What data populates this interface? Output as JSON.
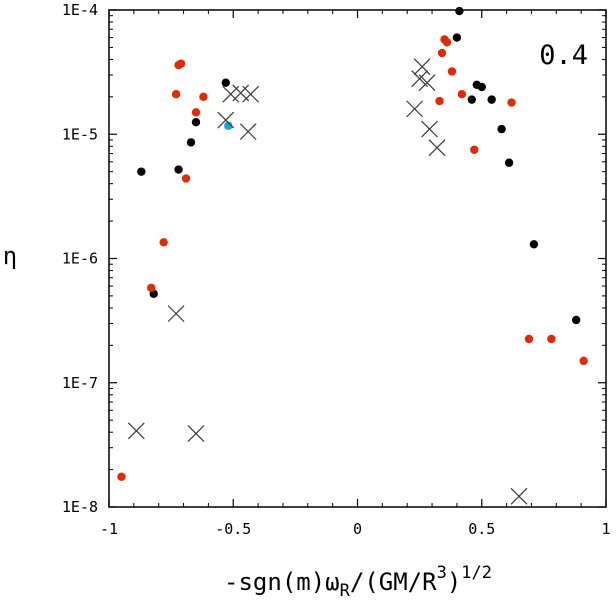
{
  "chart_data": {
    "type": "scatter",
    "title": "",
    "annotation": "0.4",
    "ylabel": "η",
    "xlabel": {
      "parts": [
        {
          "text": "-sgn(m)ω",
          "shift": "none"
        },
        {
          "text": "R",
          "shift": "sub"
        },
        {
          "text": "/(GM/R",
          "shift": "none"
        },
        {
          "text": "3",
          "shift": "super"
        },
        {
          "text": ")",
          "shift": "none"
        },
        {
          "text": "1/2",
          "shift": "super"
        }
      ]
    },
    "xlim": [
      -1,
      1
    ],
    "ylim": [
      1e-08,
      0.0001
    ],
    "yscale": "log",
    "grid": false,
    "x_ticks": [
      -1,
      -0.5,
      0,
      0.5,
      1
    ],
    "x_tick_labels": [
      "-1",
      "-0.5",
      "0",
      "0.5",
      "1"
    ],
    "y_ticks": [
      1e-08,
      1e-07,
      1e-06,
      1e-05,
      0.0001
    ],
    "y_tick_labels": [
      "1E-8",
      "1E-7",
      "1E-6",
      "1E-5",
      "1E-4"
    ],
    "series": [
      {
        "marker": "dot",
        "color": "#000000",
        "points": [
          [
            -0.53,
            2.6e-05
          ],
          [
            -0.65,
            1.25e-05
          ],
          [
            -0.67,
            8.6e-06
          ],
          [
            -0.87,
            5e-06
          ],
          [
            -0.72,
            5.2e-06
          ],
          [
            -0.82,
            5.2e-07
          ],
          [
            0.41,
            9.8e-05
          ],
          [
            0.4,
            6e-05
          ],
          [
            0.48,
            2.5e-05
          ],
          [
            0.5,
            2.4e-05
          ],
          [
            0.46,
            1.9e-05
          ],
          [
            0.54,
            1.9e-05
          ],
          [
            0.58,
            1.1e-05
          ],
          [
            0.61,
            5.9e-06
          ],
          [
            0.71,
            1.3e-06
          ],
          [
            0.88,
            3.2e-07
          ]
        ]
      },
      {
        "marker": "dot",
        "color": "#e02b00",
        "points": [
          [
            -0.71,
            3.7e-05
          ],
          [
            -0.72,
            3.6e-05
          ],
          [
            -0.73,
            2.1e-05
          ],
          [
            -0.62,
            2e-05
          ],
          [
            -0.65,
            1.5e-05
          ],
          [
            -0.69,
            4.4e-06
          ],
          [
            -0.78,
            1.35e-06
          ],
          [
            -0.83,
            5.8e-07
          ],
          [
            -0.95,
            1.75e-08
          ],
          [
            0.35,
            5.8e-05
          ],
          [
            0.36,
            5.5e-05
          ],
          [
            0.34,
            4.5e-05
          ],
          [
            0.38,
            3.2e-05
          ],
          [
            0.42,
            2.1e-05
          ],
          [
            0.33,
            1.85e-05
          ],
          [
            0.62,
            1.8e-05
          ],
          [
            0.47,
            7.5e-06
          ],
          [
            0.69,
            2.25e-07
          ],
          [
            0.78,
            2.25e-07
          ],
          [
            0.91,
            1.5e-07
          ]
        ]
      },
      {
        "marker": "dot",
        "color": "#1aa3d8",
        "points": [
          [
            -0.52,
            1.17e-05
          ]
        ]
      },
      {
        "marker": "cross",
        "color": "#3a3a3a",
        "points": [
          [
            -0.51,
            2.1e-05
          ],
          [
            -0.47,
            2.15e-05
          ],
          [
            -0.43,
            2.1e-05
          ],
          [
            -0.53,
            1.3e-05
          ],
          [
            -0.44,
            1.05e-05
          ],
          [
            -0.73,
            3.6e-07
          ],
          [
            -0.89,
            4.1e-08
          ],
          [
            -0.65,
            3.9e-08
          ],
          [
            0.26,
            3.5e-05
          ],
          [
            0.25,
            2.8e-05
          ],
          [
            0.28,
            2.6e-05
          ],
          [
            0.23,
            1.6e-05
          ],
          [
            0.29,
            1.1e-05
          ],
          [
            0.32,
            7.8e-06
          ],
          [
            0.65,
            1.22e-08
          ]
        ]
      }
    ]
  }
}
